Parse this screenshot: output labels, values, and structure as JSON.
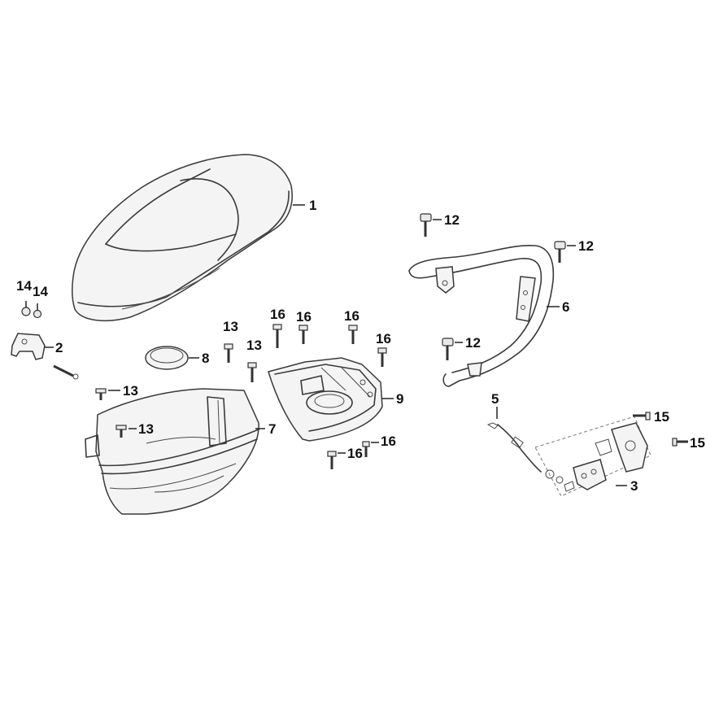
{
  "callouts": {
    "c1": "1",
    "c2": "2",
    "c3": "3",
    "c5": "5",
    "c6": "6",
    "c7": "7",
    "c8": "8",
    "c9": "9",
    "c12a": "12",
    "c12b": "12",
    "c12c": "12",
    "c13a": "13",
    "c13b": "13",
    "c13c": "13",
    "c13d": "13",
    "c14a": "14",
    "c14b": "14",
    "c15a": "15",
    "c15b": "15",
    "c16a": "16",
    "c16b": "16",
    "c16c": "16",
    "c16d": "16",
    "c16e": "16",
    "c16f": "16"
  }
}
